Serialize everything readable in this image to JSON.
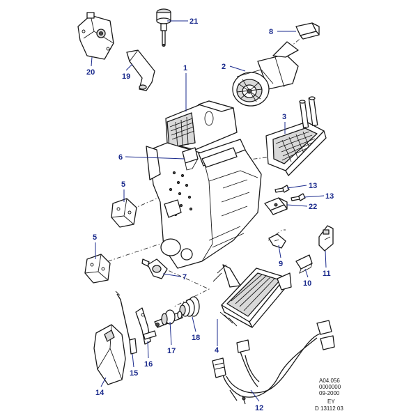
{
  "callouts": [
    {
      "id": "1",
      "label": "1"
    },
    {
      "id": "2",
      "label": "2"
    },
    {
      "id": "3",
      "label": "3"
    },
    {
      "id": "4",
      "label": "4"
    },
    {
      "id": "5a",
      "label": "5"
    },
    {
      "id": "5b",
      "label": "5"
    },
    {
      "id": "6",
      "label": "6"
    },
    {
      "id": "7",
      "label": "7"
    },
    {
      "id": "8",
      "label": "8"
    },
    {
      "id": "9",
      "label": "9"
    },
    {
      "id": "10",
      "label": "10"
    },
    {
      "id": "11",
      "label": "11"
    },
    {
      "id": "12",
      "label": "12"
    },
    {
      "id": "13a",
      "label": "13"
    },
    {
      "id": "13b",
      "label": "13"
    },
    {
      "id": "14",
      "label": "14"
    },
    {
      "id": "15",
      "label": "15"
    },
    {
      "id": "16",
      "label": "16"
    },
    {
      "id": "17",
      "label": "17"
    },
    {
      "id": "18",
      "label": "18"
    },
    {
      "id": "19",
      "label": "19"
    },
    {
      "id": "20",
      "label": "20"
    },
    {
      "id": "21",
      "label": "21"
    },
    {
      "id": "22",
      "label": "22"
    }
  ],
  "reference_block": {
    "line1": "A04.056",
    "line2": "0000000",
    "line3": "09-2000",
    "line4": "EY",
    "line5": "D 13112 03"
  },
  "colors": {
    "callout": "#1a2a8c",
    "linework": "#1a1a1a"
  }
}
